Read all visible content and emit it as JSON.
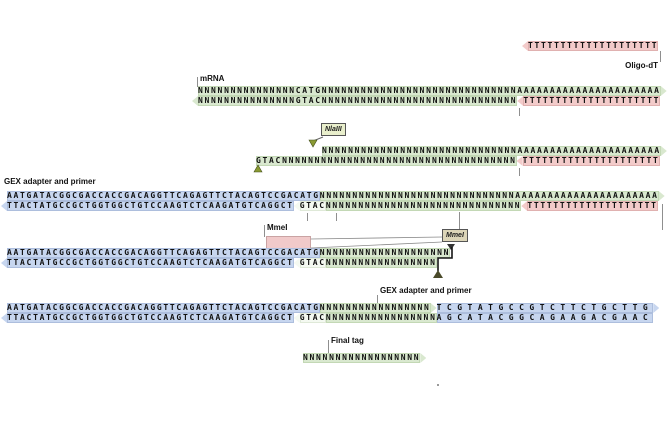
{
  "labels": {
    "oligo_dt": "Oligo-dT",
    "mrna": "mRNA",
    "gex_adapter_1": "GEX adapter and primer",
    "nlaiii_box": "NlaIII",
    "mmei_plain": "MmeI",
    "mmei_box": "MmeI",
    "gex_adapter_2": "GEX adapter and primer",
    "final_tag": "Final tag"
  },
  "colors": {
    "rna_green": "#d9e8cf",
    "poly_t_pink": "#f3cbca",
    "adapter_blue": "#c7d6ef",
    "overhang_pale": "#f4f9f1",
    "nlaiii_box_fill": "#e9efcc",
    "mmei_box_fill": "#dcd5b8",
    "mmei_site_highlight": "#f1caca"
  },
  "sequences": {
    "oligo_dt": "TTTTTTTTTTTTTTTTTTTT",
    "b1": "NNNNNNNNNNNNNNNCATGNNNNNNNNNNNNNNNNNNNNNNNNNNNNNNAAAAAAAAAAAAAAAAAAAAAA",
    "b2_green": "NNNNNNNNNNNNNNNGTACNNNNNNNNNNNNNNNNNNNNNNNNNNNNNN",
    "b2_t": "TTTTTTTTTTTTTTTTTTTTT",
    "c1": "NNNNNNNNNNNNNNNNNNNNNNNNNNNNNNAAAAAAAAAAAAAAAAAAAAAA",
    "c2_green": "GTACNNNNNNNNNNNNNNNNNNNNNNNNNNNNNNNNNNNN",
    "c2_t": "TTTTTTTTTTTTTTTTTTTTT",
    "d1_blue": "AATGATACGGCGACCACCGACAGGTTCAGAGTTCTACAGTCCGACATG",
    "d1_green": "NNNNNNNNNNNNNNNNNNNNNNNNNNNNNNAAAAAAAAAAAAAAAAAAAAAA",
    "d2_blue": "TTACTATGCCGCTGGTGGCTGTCCAAGTCTCAAGATGTCAGGCT",
    "d2_site": "GTAC",
    "d2_green": "NNNNNNNNNNNNNNNNNNNNNNNNNNNNNN",
    "d2_t": "TTTTTTTTTTTTTTTTTTTT",
    "e1_blue": "AATGATACGGCGACCACCGACAGGTTCAGAGTTCTACAGTCCGACATG",
    "e1_green": "NNNNNNNNNNNNNNNNNNNN",
    "e2_blue": "TTACTATGCCGCTGGTGGCTGTCCAAGTCTCAAGATGTCAGGCT",
    "e2_site": "GTAC",
    "e2_green": "NNNNNNNNNNNNNNNNN",
    "f1_blue": "AATGATACGGCGACCACCGACAGGTTCAGAGTTCTACAGTCCGACATG",
    "f1_green": "NNNNNNNNNNNNNNNNN",
    "f1_blue2": "TCGTATGCCGTCTTCTGCTTG",
    "f2_blue": "TTACTATGCCGCTGGTGGCTGTCCAAGTCTCAAGATGTCAGGCT",
    "f2_site": "GTAC",
    "f2_green": "NNNNNNNNNNNNNNNNN",
    "f2_blue2": "AGCATACGGCAGAAGACGAAC",
    "final_tag": "NNNNNNNNNNNNNNNNNN"
  }
}
